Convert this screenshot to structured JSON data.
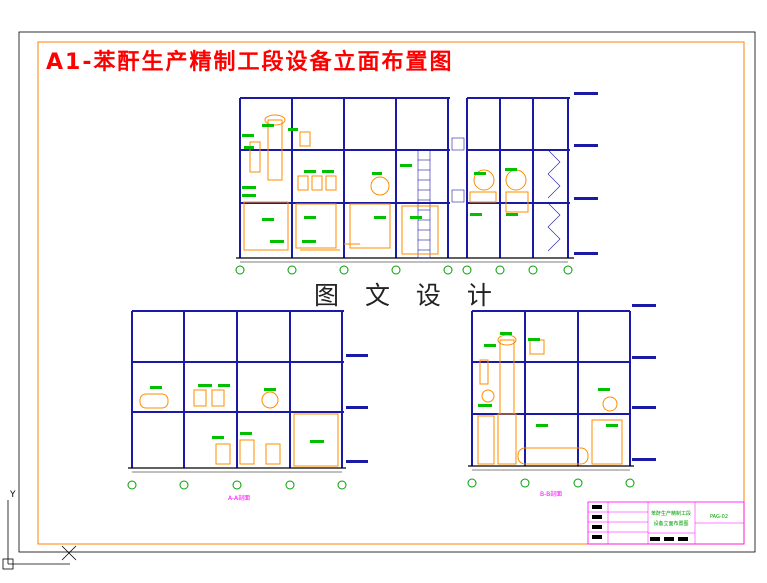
{
  "title": "A1-苯酐生产精制工段设备立面布置图",
  "watermark": "图 文 设 计",
  "ucs": {
    "y_axis": "Y",
    "x_axis": "X"
  },
  "colors": {
    "frame": "#ff8000",
    "title": "#ff0000",
    "grid": "#1a1aa6",
    "equipment": "#ff8c00",
    "labels": "#00c000",
    "axis_bubble": "#00a000",
    "outline": "#000000"
  },
  "views": [
    {
      "name": "elevation-top",
      "caption": ""
    },
    {
      "name": "elevation-bottom-left",
      "caption": "A-A剖面"
    },
    {
      "name": "elevation-bottom-right",
      "caption": "B-B剖面"
    }
  ],
  "title_block": {
    "line1": "苯酐生产精制工段",
    "line2": "设备立面布置图",
    "drawing_no": "PAG-02"
  }
}
